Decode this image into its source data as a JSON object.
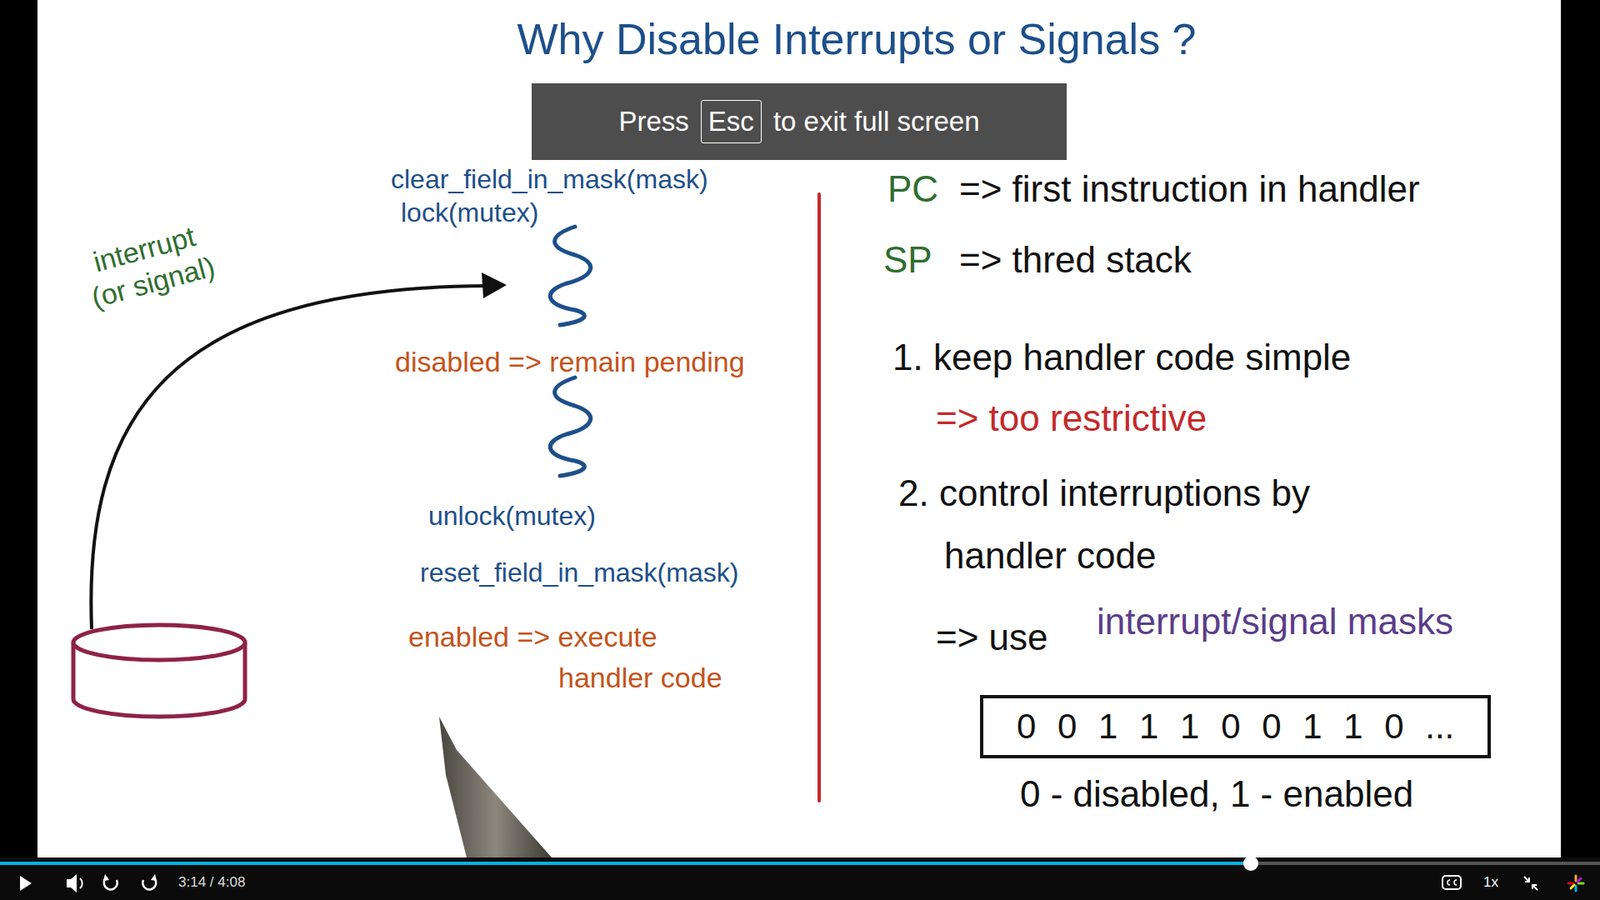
{
  "diagram": {
    "title": "Why Disable Interrupts or Signals ?",
    "nodes": [
      {
        "text": [
          "Press",
          "to exit full screen"
        ]
      },
      {
        "text": [
          "Esc"
        ],
        "in": 0
      },
      {
        "text": [
          "0 0 1 1 1 0 0 1 1 0 ..."
        ]
      }
    ],
    "labels": [
      "clear_field_in_mask(mask)",
      "lock(mutex)",
      "interrupt (or signal)",
      "disabled => remain pending",
      "unlock(mutex)",
      "reset_field_in_mask(mask)",
      "enabled => execute handler code",
      "PC",
      "=> first instruction in handler",
      "SP",
      "=> thred stack",
      "1. keep handler code simple",
      "=> too restrictive",
      "2. control interruptions by handler code",
      "=> use",
      "interrupt/signal masks",
      "0 - disabled, 1 - enabled",
      "3:14 / 4:08",
      "1x"
    ]
  }
}
